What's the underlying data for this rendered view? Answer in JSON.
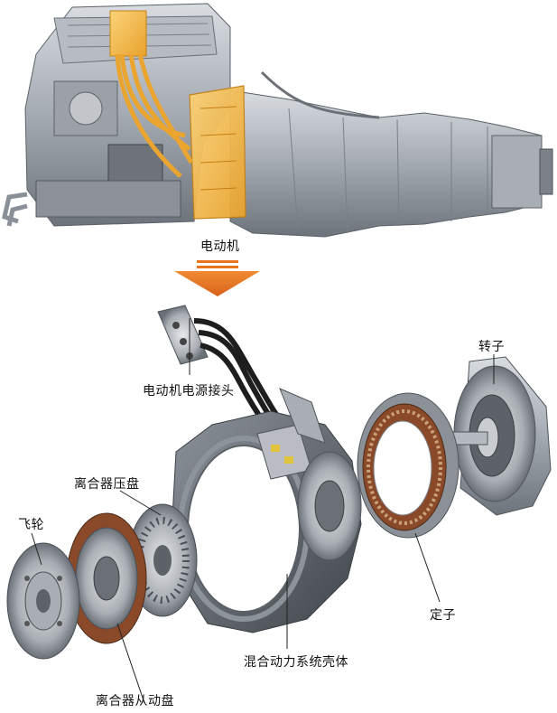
{
  "title_label": "电动机",
  "callouts": {
    "power_connector": "电动机电源接头",
    "rotor": "转子",
    "clutch_pressure_plate": "离合器压盘",
    "flywheel": "飞轮",
    "stator": "定子",
    "hybrid_housing": "混合动力系统壳体",
    "clutch_disc": "离合器从动盘"
  },
  "colors": {
    "arrow": "#e8741e",
    "highlight": "#f3b23a",
    "metal": "#9aa0a8",
    "copper": "#8a4a2a"
  }
}
